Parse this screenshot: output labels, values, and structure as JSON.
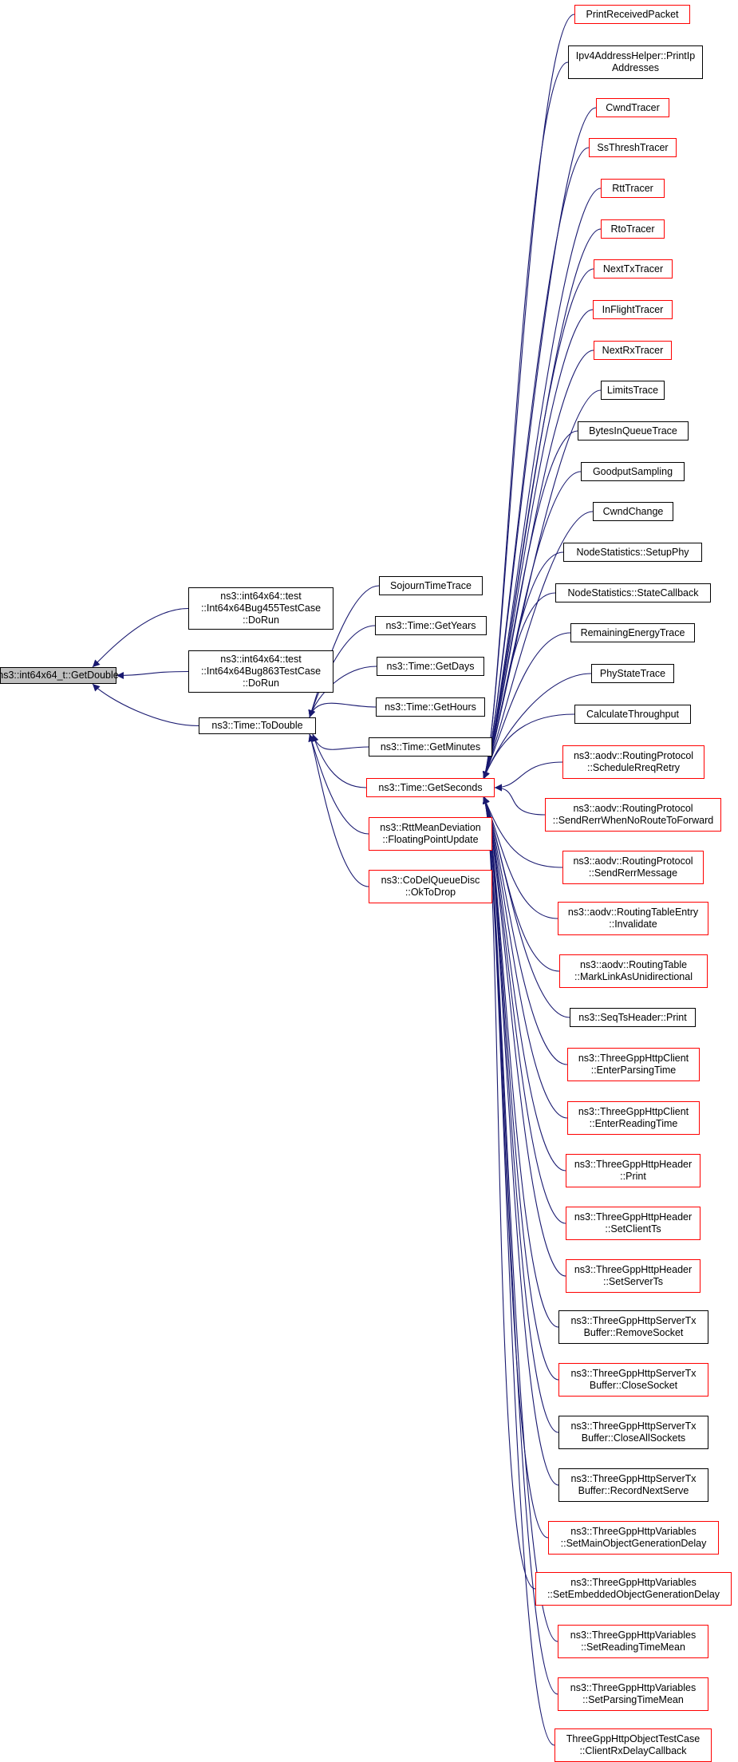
{
  "diagram": {
    "type": "caller-graph",
    "colors": {
      "edge": "#191970",
      "red_border": "#ff0000",
      "black_border": "#000000",
      "root_fill": "#bfbfbf"
    },
    "nodes": [
      {
        "id": "n0",
        "lines": [
          "ns3::int64x64_t::GetDouble"
        ],
        "border": "black",
        "root": true
      },
      {
        "id": "n1",
        "lines": [
          "ns3::int64x64::test",
          "::Int64x64Bug455TestCase",
          "::DoRun"
        ],
        "border": "black"
      },
      {
        "id": "n2",
        "lines": [
          "ns3::int64x64::test",
          "::Int64x64Bug863TestCase",
          "::DoRun"
        ],
        "border": "black"
      },
      {
        "id": "n3",
        "lines": [
          "ns3::Time::ToDouble"
        ],
        "border": "black"
      },
      {
        "id": "n4",
        "lines": [
          "SojournTimeTrace"
        ],
        "border": "black"
      },
      {
        "id": "n5",
        "lines": [
          "ns3::Time::GetYears"
        ],
        "border": "black"
      },
      {
        "id": "n6",
        "lines": [
          "ns3::Time::GetDays"
        ],
        "border": "black"
      },
      {
        "id": "n7",
        "lines": [
          "ns3::Time::GetHours"
        ],
        "border": "black"
      },
      {
        "id": "n8",
        "lines": [
          "ns3::Time::GetMinutes"
        ],
        "border": "black"
      },
      {
        "id": "n9",
        "lines": [
          "ns3::Time::GetSeconds"
        ],
        "border": "red"
      },
      {
        "id": "n10",
        "lines": [
          "ns3::RttMeanDeviation",
          "::FloatingPointUpdate"
        ],
        "border": "red"
      },
      {
        "id": "n11",
        "lines": [
          "ns3::CoDelQueueDisc",
          "::OkToDrop"
        ],
        "border": "red"
      },
      {
        "id": "c0",
        "lines": [
          "PrintReceivedPacket"
        ],
        "border": "red"
      },
      {
        "id": "c1",
        "lines": [
          "Ipv4AddressHelper::PrintIp",
          "Addresses"
        ],
        "border": "black"
      },
      {
        "id": "c2",
        "lines": [
          "CwndTracer"
        ],
        "border": "red"
      },
      {
        "id": "c3",
        "lines": [
          "SsThreshTracer"
        ],
        "border": "red"
      },
      {
        "id": "c4",
        "lines": [
          "RttTracer"
        ],
        "border": "red"
      },
      {
        "id": "c5",
        "lines": [
          "RtoTracer"
        ],
        "border": "red"
      },
      {
        "id": "c6",
        "lines": [
          "NextTxTracer"
        ],
        "border": "red"
      },
      {
        "id": "c7",
        "lines": [
          "InFlightTracer"
        ],
        "border": "red"
      },
      {
        "id": "c8",
        "lines": [
          "NextRxTracer"
        ],
        "border": "red"
      },
      {
        "id": "c9",
        "lines": [
          "LimitsTrace"
        ],
        "border": "black"
      },
      {
        "id": "c10",
        "lines": [
          "BytesInQueueTrace"
        ],
        "border": "black"
      },
      {
        "id": "c11",
        "lines": [
          "GoodputSampling"
        ],
        "border": "black"
      },
      {
        "id": "c12",
        "lines": [
          "CwndChange"
        ],
        "border": "black"
      },
      {
        "id": "c13",
        "lines": [
          "NodeStatistics::SetupPhy"
        ],
        "border": "black"
      },
      {
        "id": "c14",
        "lines": [
          "NodeStatistics::StateCallback"
        ],
        "border": "black"
      },
      {
        "id": "c15",
        "lines": [
          "RemainingEnergyTrace"
        ],
        "border": "black"
      },
      {
        "id": "c16",
        "lines": [
          "PhyStateTrace"
        ],
        "border": "black"
      },
      {
        "id": "c17",
        "lines": [
          "CalculateThroughput"
        ],
        "border": "black"
      },
      {
        "id": "c18",
        "lines": [
          "ns3::aodv::RoutingProtocol",
          "::ScheduleRreqRetry"
        ],
        "border": "red"
      },
      {
        "id": "c19",
        "lines": [
          "ns3::aodv::RoutingProtocol",
          "::SendRerrWhenNoRouteToForward"
        ],
        "border": "red"
      },
      {
        "id": "c20",
        "lines": [
          "ns3::aodv::RoutingProtocol",
          "::SendRerrMessage"
        ],
        "border": "red"
      },
      {
        "id": "c21",
        "lines": [
          "ns3::aodv::RoutingTableEntry",
          "::Invalidate"
        ],
        "border": "red"
      },
      {
        "id": "c22",
        "lines": [
          "ns3::aodv::RoutingTable",
          "::MarkLinkAsUnidirectional"
        ],
        "border": "red"
      },
      {
        "id": "c23",
        "lines": [
          "ns3::SeqTsHeader::Print"
        ],
        "border": "black"
      },
      {
        "id": "c24",
        "lines": [
          "ns3::ThreeGppHttpClient",
          "::EnterParsingTime"
        ],
        "border": "red"
      },
      {
        "id": "c25",
        "lines": [
          "ns3::ThreeGppHttpClient",
          "::EnterReadingTime"
        ],
        "border": "red"
      },
      {
        "id": "c26",
        "lines": [
          "ns3::ThreeGppHttpHeader",
          "::Print"
        ],
        "border": "red"
      },
      {
        "id": "c27",
        "lines": [
          "ns3::ThreeGppHttpHeader",
          "::SetClientTs"
        ],
        "border": "red"
      },
      {
        "id": "c28",
        "lines": [
          "ns3::ThreeGppHttpHeader",
          "::SetServerTs"
        ],
        "border": "red"
      },
      {
        "id": "c29",
        "lines": [
          "ns3::ThreeGppHttpServerTx",
          "Buffer::RemoveSocket"
        ],
        "border": "black"
      },
      {
        "id": "c30",
        "lines": [
          "ns3::ThreeGppHttpServerTx",
          "Buffer::CloseSocket"
        ],
        "border": "red"
      },
      {
        "id": "c31",
        "lines": [
          "ns3::ThreeGppHttpServerTx",
          "Buffer::CloseAllSockets"
        ],
        "border": "black"
      },
      {
        "id": "c32",
        "lines": [
          "ns3::ThreeGppHttpServerTx",
          "Buffer::RecordNextServe"
        ],
        "border": "black"
      },
      {
        "id": "c33",
        "lines": [
          "ns3::ThreeGppHttpVariables",
          "::SetMainObjectGenerationDelay"
        ],
        "border": "red"
      },
      {
        "id": "c34",
        "lines": [
          "ns3::ThreeGppHttpVariables",
          "::SetEmbeddedObjectGenerationDelay"
        ],
        "border": "red"
      },
      {
        "id": "c35",
        "lines": [
          "ns3::ThreeGppHttpVariables",
          "::SetReadingTimeMean"
        ],
        "border": "red"
      },
      {
        "id": "c36",
        "lines": [
          "ns3::ThreeGppHttpVariables",
          "::SetParsingTimeMean"
        ],
        "border": "red"
      },
      {
        "id": "c37",
        "lines": [
          "ThreeGppHttpObjectTestCase",
          "::ClientRxDelayCallback"
        ],
        "border": "red"
      }
    ],
    "edges": [
      {
        "from": "n1",
        "to": "n0"
      },
      {
        "from": "n2",
        "to": "n0"
      },
      {
        "from": "n3",
        "to": "n0"
      },
      {
        "from": "n4",
        "to": "n3"
      },
      {
        "from": "n5",
        "to": "n3"
      },
      {
        "from": "n6",
        "to": "n3"
      },
      {
        "from": "n7",
        "to": "n3"
      },
      {
        "from": "n8",
        "to": "n3"
      },
      {
        "from": "n9",
        "to": "n3"
      },
      {
        "from": "n10",
        "to": "n3"
      },
      {
        "from": "n11",
        "to": "n3"
      },
      {
        "from": "c0",
        "to": "n9"
      },
      {
        "from": "c1",
        "to": "n9"
      },
      {
        "from": "c2",
        "to": "n9"
      },
      {
        "from": "c3",
        "to": "n9"
      },
      {
        "from": "c4",
        "to": "n9"
      },
      {
        "from": "c5",
        "to": "n9"
      },
      {
        "from": "c6",
        "to": "n9"
      },
      {
        "from": "c7",
        "to": "n9"
      },
      {
        "from": "c8",
        "to": "n9"
      },
      {
        "from": "c9",
        "to": "n9"
      },
      {
        "from": "c10",
        "to": "n9"
      },
      {
        "from": "c11",
        "to": "n9"
      },
      {
        "from": "c12",
        "to": "n9"
      },
      {
        "from": "c13",
        "to": "n9"
      },
      {
        "from": "c14",
        "to": "n9"
      },
      {
        "from": "c15",
        "to": "n9"
      },
      {
        "from": "c16",
        "to": "n9"
      },
      {
        "from": "c17",
        "to": "n9"
      },
      {
        "from": "c18",
        "to": "n9"
      },
      {
        "from": "c19",
        "to": "n9"
      },
      {
        "from": "c20",
        "to": "n9"
      },
      {
        "from": "c21",
        "to": "n9"
      },
      {
        "from": "c22",
        "to": "n9"
      },
      {
        "from": "c23",
        "to": "n9"
      },
      {
        "from": "c24",
        "to": "n9"
      },
      {
        "from": "c25",
        "to": "n9"
      },
      {
        "from": "c26",
        "to": "n9"
      },
      {
        "from": "c27",
        "to": "n9"
      },
      {
        "from": "c28",
        "to": "n9"
      },
      {
        "from": "c29",
        "to": "n9"
      },
      {
        "from": "c30",
        "to": "n9"
      },
      {
        "from": "c31",
        "to": "n9"
      },
      {
        "from": "c32",
        "to": "n9"
      },
      {
        "from": "c33",
        "to": "n9"
      },
      {
        "from": "c34",
        "to": "n9"
      },
      {
        "from": "c35",
        "to": "n9"
      },
      {
        "from": "c36",
        "to": "n9"
      },
      {
        "from": "c37",
        "to": "n9"
      }
    ]
  }
}
